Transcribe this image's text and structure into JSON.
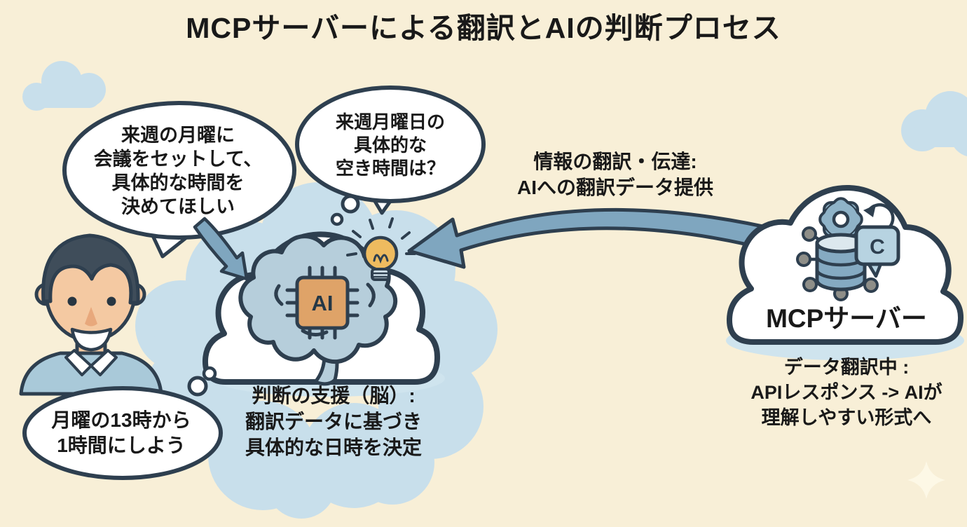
{
  "title": "MCPサーバーによる翻訳とAIの判断プロセス",
  "bubbles": {
    "request": {
      "lines": [
        "来週の月曜に",
        "会議をセットして、",
        "具体的な時間を",
        "決めてほしい"
      ]
    },
    "thought": {
      "lines": [
        "来週月曜日の",
        "具体的な",
        "空き時間は？"
      ]
    },
    "decision": {
      "lines": [
        "月曜の13時から",
        "1時間にしよう"
      ]
    }
  },
  "arrow_label": {
    "lines": [
      "情報の翻訳・伝達:",
      "AIへの翻訳データ提供"
    ]
  },
  "ai_cloud": {
    "chip_label": "AI",
    "caption_lines": [
      "判断の支援（脳）:",
      "翻訳データに基づき",
      "具体的な日時を決定"
    ]
  },
  "mcp_cloud": {
    "label": "MCPサーバー",
    "chat_letter": "C",
    "caption_lines": [
      "データ翻訳中 :",
      "APIレスポンス -> AIが",
      "理解しやすい形式へ"
    ]
  },
  "icons": [
    "person-avatar",
    "speech-bubble",
    "thought-bubble",
    "brain-icon",
    "ai-chip-icon",
    "lightbulb-icon",
    "curved-arrow",
    "gear-icon",
    "refresh-arrow-icon",
    "database-icon",
    "chat-bubble-c-icon",
    "network-nodes-icon",
    "cloud-icon",
    "sparkle-icon"
  ],
  "palette": {
    "background": "#f8efd7",
    "cloud_blue": "#c8dfeb",
    "outline": "#2e3f4f",
    "steel_arrow": "#7fa6bf",
    "brain": "#b6cedb",
    "chip_orange": "#dfa368",
    "bulb_yellow": "#eebb5f",
    "sweater": "#a9c9d9",
    "skin": "#f4c9a2",
    "hair": "#3f4d5a",
    "text": "#191919"
  }
}
